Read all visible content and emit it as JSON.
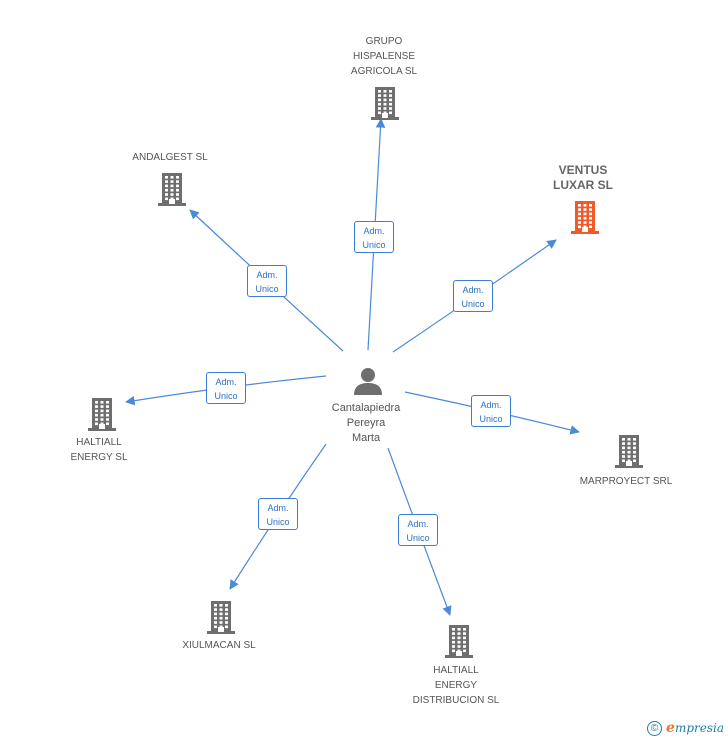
{
  "center": {
    "label": "Cantalapiedra\nPereyra\nMarta",
    "icon": "person-icon"
  },
  "companies": [
    {
      "id": "grupo-hispalense",
      "label": "GRUPO\nHISPALENSE\nAGRICOLA SL",
      "role": "Adm.\nUnico",
      "highlight": false
    },
    {
      "id": "andalgest",
      "label": "ANDALGEST SL",
      "role": "Adm.\nUnico",
      "highlight": false
    },
    {
      "id": "ventus-luxar",
      "label": "VENTUS\nLUXAR SL",
      "role": "Adm.\nUnico",
      "highlight": true
    },
    {
      "id": "haltiall-energy",
      "label": "HALTIALL\nENERGY SL",
      "role": "Adm.\nUnico",
      "highlight": false
    },
    {
      "id": "marproyect",
      "label": "MARPROYECT SRL",
      "role": "Adm.\nUnico",
      "highlight": false
    },
    {
      "id": "xiulmacan",
      "label": "XIULMACAN SL",
      "role": "Adm.\nUnico",
      "highlight": false
    },
    {
      "id": "haltiall-energy-distribucion",
      "label": "HALTIALL\nENERGY\nDISTRIBUCION SL",
      "role": "Adm.\nUnico",
      "highlight": false
    }
  ],
  "colors": {
    "edge": "#4a8ad9",
    "building": "#6e6e6e",
    "building_highlight": "#f05a28",
    "badge_border": "#3a7fd5"
  },
  "footer": {
    "copyright_symbol": "©",
    "brand": "mpresia",
    "brand_initial": "e"
  }
}
